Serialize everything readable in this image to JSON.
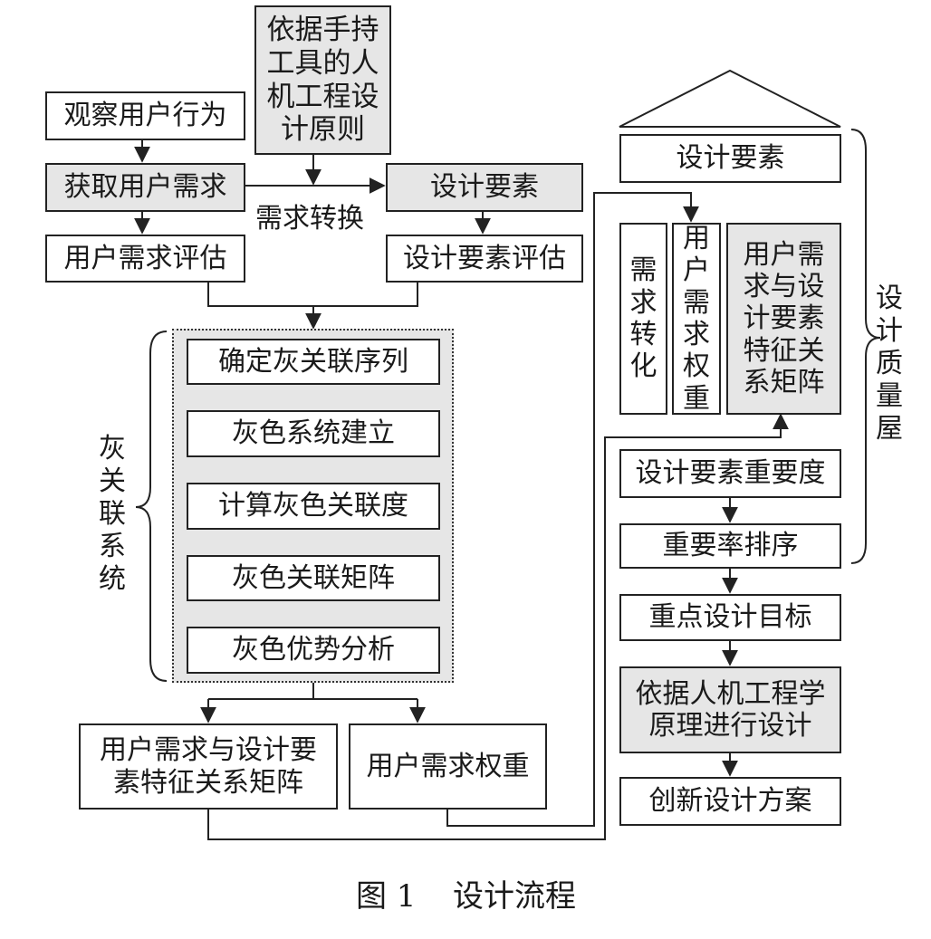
{
  "boxes": {
    "observe": "观察用户行为",
    "obtain": "获取用户需求",
    "user_eval": "用户需求评估",
    "principle": "依据手持\n工具的人\n机工程设\n计原则",
    "design_elem": "设计要素",
    "design_eval": "设计要素评估",
    "grey_seq": "确定灰关联序列",
    "grey_build": "灰色系统建立",
    "grey_degree": "计算灰色关联度",
    "grey_matrix": "灰色关联矩阵",
    "grey_adv": "灰色优势分析",
    "relation_matrix": "用户需求与设计要\n素特征关系矩阵",
    "user_weight": "用户需求权重",
    "hoq_elem": "设计要素",
    "hoq_convert": "需\n求\n转\n化",
    "hoq_weight": "用\n户\n需\n求\n权\n重",
    "hoq_matrix": "用户需\n求与设\n计要素\n特征关\n系矩阵",
    "importance": "设计要素重要度",
    "rank": "重要率排序",
    "target": "重点设计目标",
    "ergonomic_design": "依据人机工程学\n原理进行设计",
    "innovative": "创新设计方案"
  },
  "labels": {
    "demand_conversion": "需求转换",
    "grey_system": "灰\n关\n联\n系\n统",
    "hoq": "设\n计\n质\n量\n屋"
  },
  "caption": {
    "figure": "图 1",
    "title": "设计流程"
  },
  "colors": {
    "line": "#222222",
    "gray_fill": "#e6e6e6"
  }
}
